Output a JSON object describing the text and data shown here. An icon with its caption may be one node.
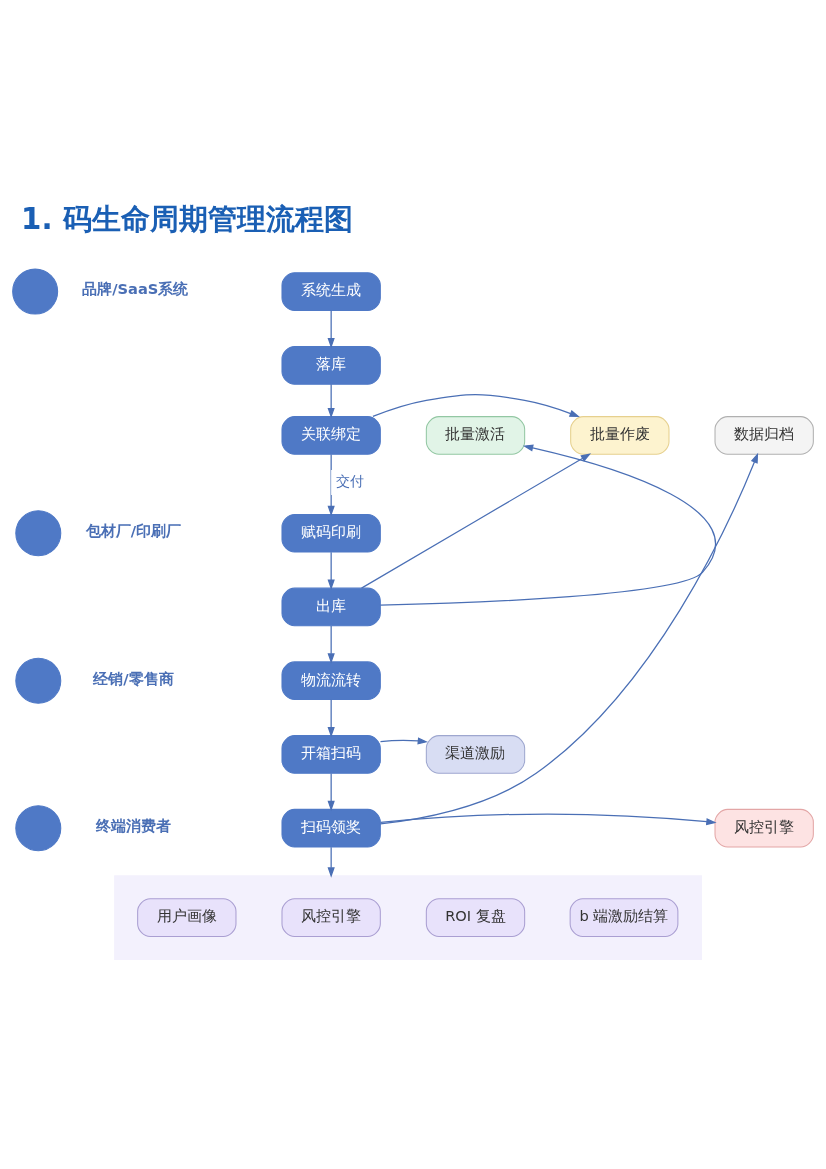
{
  "diagram": {
    "title": "1. 码生命周期管理流程图",
    "nodes": [
      {
        "text": [],
        "shape": "circle",
        "beside": [
          "品牌/SaaS系统"
        ]
      },
      {
        "text": [
          "系统生成"
        ]
      },
      {
        "text": [
          "落库"
        ]
      },
      {
        "text": [
          "关联绑定"
        ]
      },
      {
        "text": [
          "批量激活"
        ]
      },
      {
        "text": [
          "批量作废"
        ]
      },
      {
        "text": [
          "数据归档"
        ]
      },
      {
        "text": [],
        "shape": "circle",
        "beside": [
          "包材厂/印刷厂"
        ]
      },
      {
        "text": [
          "赋码印刷"
        ]
      },
      {
        "text": [
          "出库"
        ]
      },
      {
        "text": [],
        "shape": "circle",
        "beside": [
          "经销/零售商"
        ]
      },
      {
        "text": [
          "物流流转"
        ]
      },
      {
        "text": [
          "开箱扫码"
        ]
      },
      {
        "text": [
          "渠道激励"
        ]
      },
      {
        "text": [],
        "shape": "circle",
        "beside": [
          "终端消费者"
        ]
      },
      {
        "text": [
          "扫码领奖"
        ]
      },
      {
        "text": [
          "风控引擎"
        ]
      },
      {
        "text": [],
        "shape": "box"
      },
      {
        "text": [
          "用户画像"
        ],
        "in": 17
      },
      {
        "text": [
          "风控引擎"
        ],
        "in": 17
      },
      {
        "text": [
          "ROI 复盘"
        ],
        "in": 17
      },
      {
        "text": [
          "b 端激励结算"
        ],
        "in": 17
      }
    ],
    "edges": [
      {
        "from": 1,
        "to": 2,
        "arrow": "to"
      },
      {
        "from": 2,
        "to": 3,
        "arrow": "to"
      },
      {
        "from": 3,
        "to": 5,
        "arrow": "to"
      },
      {
        "from": 3,
        "to": 8,
        "arrow": "to",
        "label": "交付"
      },
      {
        "from": 8,
        "to": 9,
        "arrow": "to"
      },
      {
        "from": 9,
        "to": 4,
        "arrow": "to"
      },
      {
        "from": 9,
        "to": 5,
        "arrow": "to"
      },
      {
        "from": 9,
        "to": 11,
        "arrow": "to"
      },
      {
        "from": 11,
        "to": 12,
        "arrow": "to"
      },
      {
        "from": 12,
        "to": 13,
        "arrow": "to"
      },
      {
        "from": 12,
        "to": 15,
        "arrow": "to"
      },
      {
        "from": 15,
        "to": 6,
        "arrow": "to"
      },
      {
        "from": 15,
        "to": 16,
        "arrow": "to"
      },
      {
        "from": 15,
        "to": 17,
        "arrow": "to"
      }
    ]
  }
}
